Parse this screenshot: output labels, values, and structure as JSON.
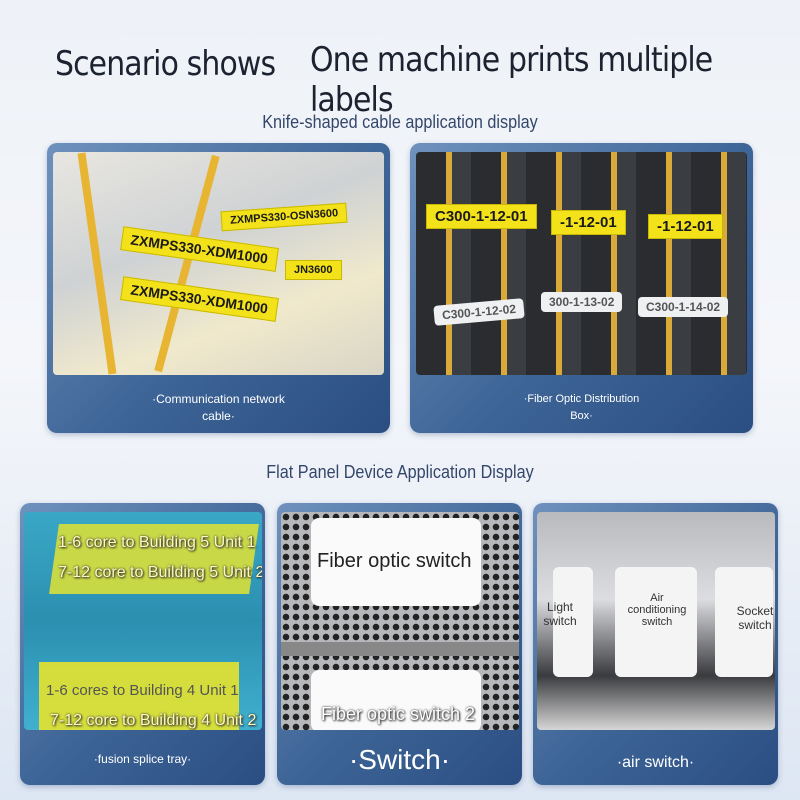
{
  "header": {
    "title_left": "Scenario shows",
    "title_right": "One machine prints multiple labels"
  },
  "section1": {
    "heading": "Knife-shaped cable application display",
    "cards": [
      {
        "caption_line1": "·Communication network",
        "caption_line2": "cable·",
        "labels": [
          "ZXMPS330-XDM1000",
          "ZXMPS330-XDM1000",
          "ZXMPS330-OSN3600",
          "JN3600"
        ]
      },
      {
        "caption_line1": "·Fiber Optic Distribution",
        "caption_line2": "Box·",
        "labels": [
          "C300-1-12-01",
          "-1-12-01",
          "-1-12-01",
          "C300-1-12-02",
          "300-1-13-02",
          "C300-1-14-02"
        ]
      }
    ]
  },
  "section2": {
    "heading": "Flat Panel Device Application Display",
    "cards": [
      {
        "caption": "·fusion splice tray·",
        "labels": [
          "1-6 core to Building 5 Unit 1",
          "7-12 core to Building 5 Unit 2",
          "1-6 cores to Building 4 Unit 1",
          "7-12 core to Building 4 Unit 2"
        ]
      },
      {
        "caption": "·Switch·",
        "labels": [
          "Fiber optic switch",
          "Fiber optic switch 2"
        ]
      },
      {
        "caption": "·air switch·",
        "labels": [
          "Light switch",
          "Air conditioning switch",
          "Socket switch"
        ]
      }
    ]
  },
  "colors": {
    "card_gradient_start": "#6f92bd",
    "card_gradient_end": "#2b4e82",
    "label_yellow": "#f3e21a",
    "heading_text": "#34476a"
  }
}
